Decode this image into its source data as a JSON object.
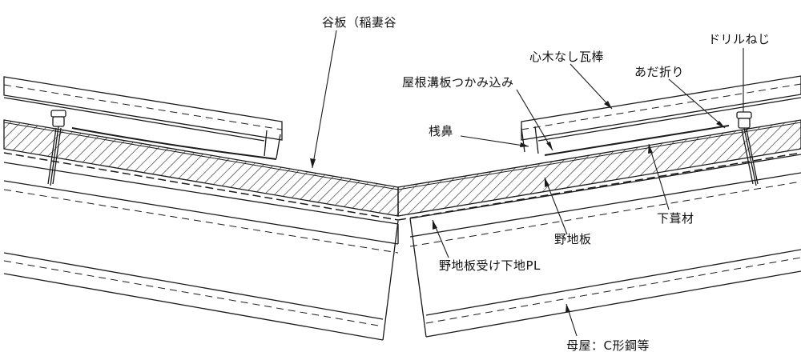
{
  "labels": {
    "valley_plate": "谷板（稲妻谷",
    "ridge_batten": "心木なし瓦棒",
    "drill_screw": "ドリルねじ",
    "gutter_grip": "屋根溝板つかみ込み",
    "hem_fold": "あだ折り",
    "eave_edge": "桟鼻",
    "underlay": "下葺材",
    "sheathing": "野地板",
    "sheathing_support_plate": "野地板受け下地PL",
    "purlin": "母屋：C形鋼等"
  },
  "colors": {
    "line": "#1a1a1a",
    "background": "#ffffff"
  }
}
